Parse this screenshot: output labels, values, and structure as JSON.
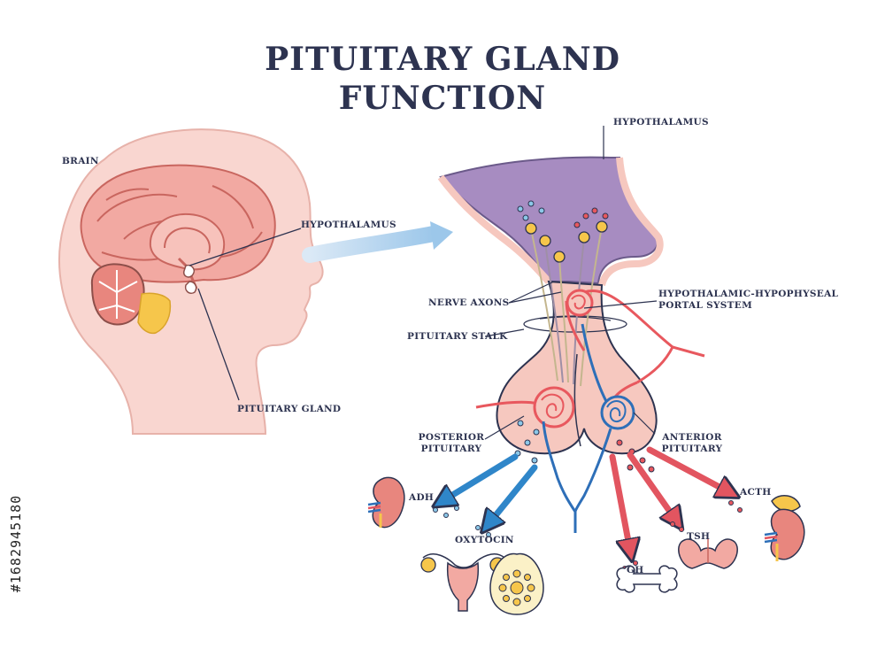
{
  "title": {
    "line1": "PITUITARY GLAND",
    "line2": "FUNCTION"
  },
  "labels": {
    "brain": "BRAIN",
    "hypothalamus_left": "HYPOTHALAMUS",
    "pituitary_gland": "PITUITARY GLAND",
    "hypothalamus_top": "HYPOTHALAMUS",
    "nerve_axons": "NERVE AXONS",
    "pituitary_stalk": "PITUITARY STALK",
    "portal_line1": "HYPOTHALAMIC-HYPOPHYSEAL",
    "portal_line2": "PORTAL SYSTEM",
    "posterior_line1": "POSTERIOR",
    "posterior_line2": "PITUITARY",
    "anterior_line1": "ANTERIOR",
    "anterior_line2": "PITUITARY",
    "adh": "ADH",
    "oxytocin": "OXYTOCIN",
    "gh": "GH",
    "tsh": "TSH",
    "acth": "ACTH"
  },
  "watermark": "#1682945180",
  "colors": {
    "title": "#2d3350",
    "skin": "#f9d6d0",
    "brain": "#f2a9a2",
    "hypothalamus": "#a78cc1",
    "artery": "#e8585e",
    "vein": "#2e6fb8",
    "arrow_blue": "#2f86c9",
    "arrow_red": "#e25560",
    "gland": "#f6c8bf"
  }
}
